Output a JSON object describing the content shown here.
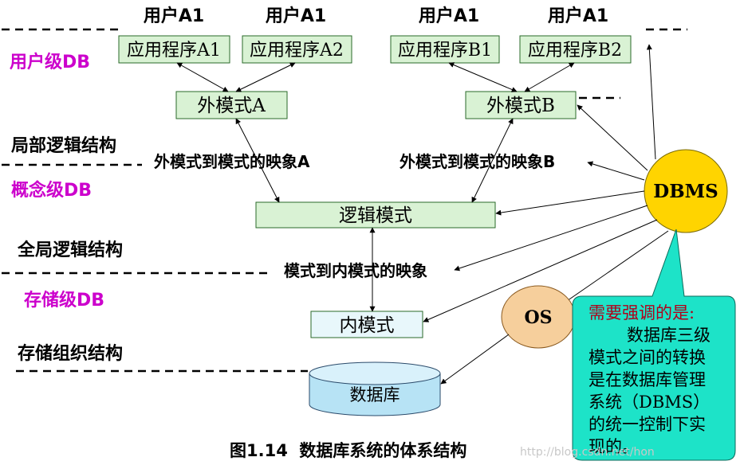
{
  "users": {
    "a1_left": "用户A1",
    "a1_right": "用户A1",
    "a1_b_left": "用户A1",
    "a1_b_right": "用户A1"
  },
  "applications": {
    "a1": "应用程序A1",
    "a2": "应用程序A2",
    "b1": "应用程序B1",
    "b2": "应用程序B2"
  },
  "levels": {
    "user_db": "用户级DB",
    "concept_db": "概念级DB",
    "storage_db": "存储级DB"
  },
  "structures": {
    "local_logic": "局部逻辑结构",
    "global_logic": "全局逻辑结构",
    "storage_org": "存储组织结构"
  },
  "schemas": {
    "external_a": "外模式A",
    "external_b": "外模式B",
    "logical": "逻辑模式",
    "internal": "内模式",
    "database": "数据库"
  },
  "mappings": {
    "ext_to_schema_a": "外模式到模式的映象A",
    "ext_to_schema_b": "外模式到模式的映象B",
    "schema_to_internal": "模式到内模式的映象"
  },
  "systems": {
    "dbms": "DBMS",
    "os": "OS"
  },
  "callout": {
    "line1": "需要强调的是:",
    "line2": "数据库三级",
    "line3": "模式之间的转换",
    "line4": "是在数据库管理",
    "line5": "系统（DBMS）",
    "line6": "的统一控制下实",
    "line7": "现的。"
  },
  "caption": "图1.14  数据库系统的体系结构",
  "watermark": "http://blog.csdn.net/hon",
  "colors": {
    "box_fill": "#d9f2d4",
    "level_text": "#cc00cc",
    "dbms_fill": "#ffd400",
    "os_fill": "#f6cf9c",
    "callout_fill": "#1de3c8",
    "callout_text_highlight": "#b0001a"
  }
}
